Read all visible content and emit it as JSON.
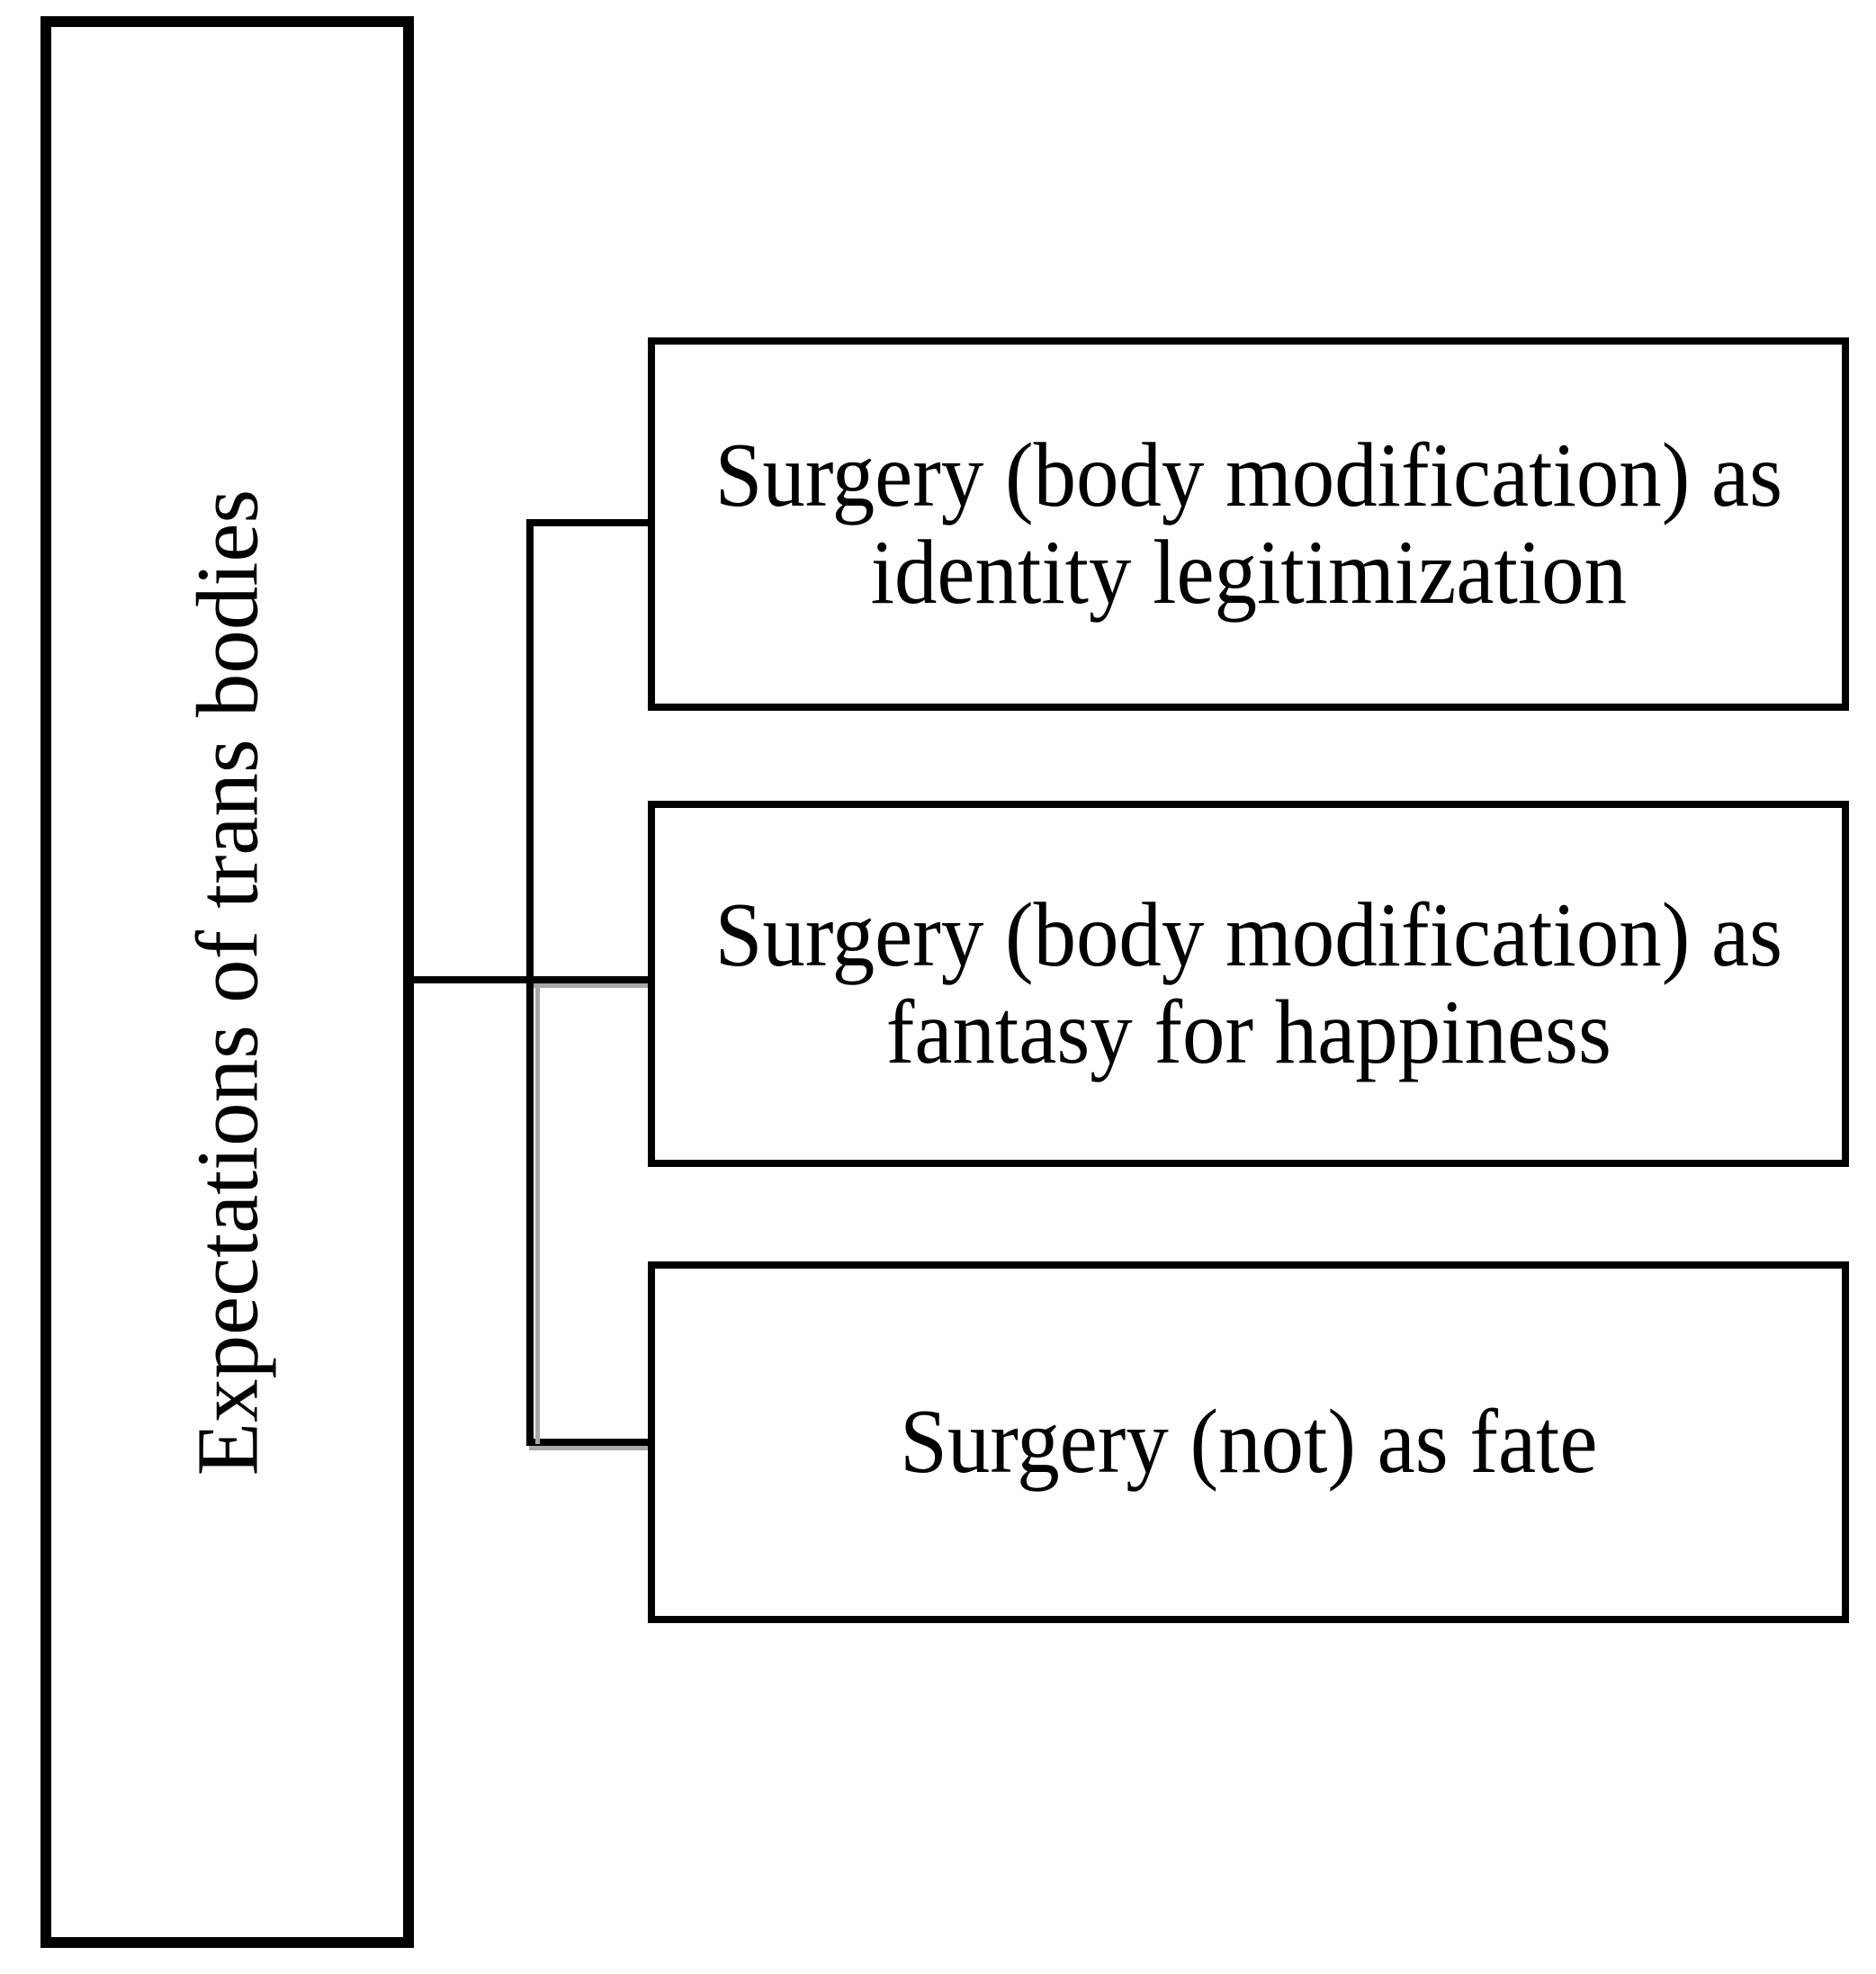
{
  "diagram": {
    "type": "tree",
    "orientation": "left-to-right",
    "colors": {
      "background": "#ffffff",
      "border": "#000000",
      "text": "#000000",
      "connector": "#000000",
      "connector_echo": "#a8a8a8"
    },
    "root": {
      "label": "Expectations of trans bodies",
      "text_rotation_deg": -90
    },
    "children": [
      {
        "label": "Surgery (body modification) as identity legitimization",
        "lines": [
          "Surgery (body modification) as",
          "identity legitimization"
        ]
      },
      {
        "label": "Surgery (body modification) as fantasy for happiness",
        "lines": [
          "Surgery (body modification) as",
          "fantasy for happiness"
        ]
      },
      {
        "label": "Surgery (not) as fate",
        "lines": [
          "Surgery (not) as fate"
        ]
      }
    ]
  }
}
